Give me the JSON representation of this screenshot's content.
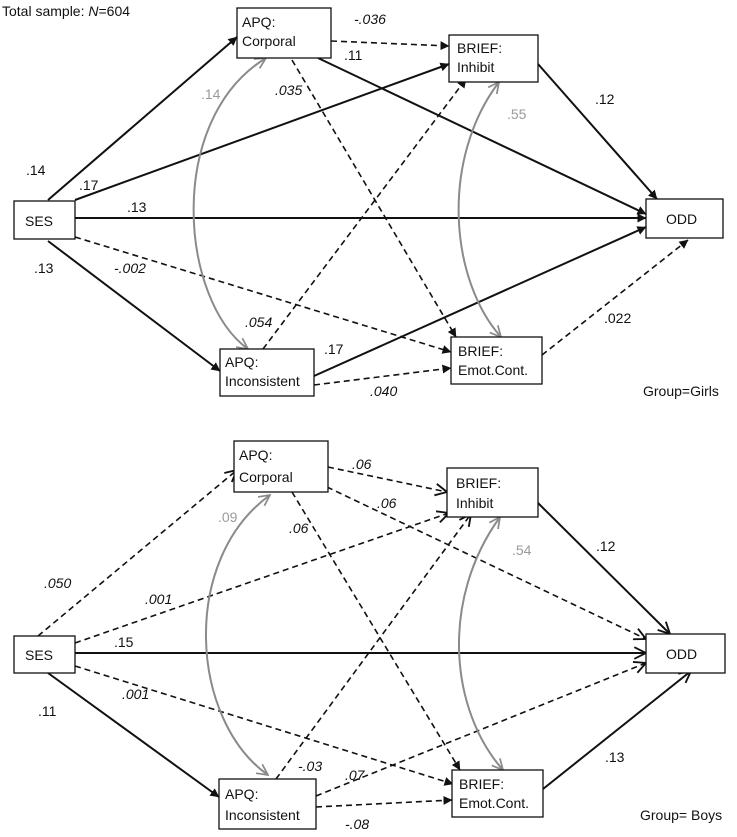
{
  "header": {
    "prefix": "Total sample: ",
    "n_italic": "N",
    "n_value": "=604"
  },
  "nodes": {
    "ses": "SES",
    "apq_corporal": [
      "APQ:",
      "Corporal"
    ],
    "apq_inconsistent": [
      "APQ:",
      "Inconsistent"
    ],
    "brief_inhibit": [
      "BRIEF:",
      "Inhibit"
    ],
    "brief_emot": [
      "BRIEF:",
      "Emot.Cont."
    ],
    "odd": "ODD"
  },
  "girls": {
    "group_label": "Group=Girls",
    "paths": {
      "ses_corporal": ".14",
      "ses_inhibit": ".17",
      "ses_odd": ".13",
      "ses_inconsistent": ".13",
      "ses_emot": "-.002",
      "corporal_inhibit": "-.036",
      "corporal_odd": ".11",
      "corporal_emot": ".035",
      "inconsistent_inhibit": ".054",
      "inconsistent_odd": ".17",
      "inconsistent_emot": ".040",
      "inhibit_odd": ".12",
      "emot_odd": ".022",
      "cov_corporal_inconsistent": ".14",
      "cov_inhibit_emot": ".55"
    }
  },
  "boys": {
    "group_label": "Group= Boys",
    "paths": {
      "ses_corporal": ".050",
      "ses_inhibit": ".001",
      "ses_odd": ".15",
      "ses_inconsistent": ".11",
      "ses_emot": ".001",
      "corporal_inhibit": ".06",
      "corporal_odd": ".06",
      "corporal_emot": ".06",
      "inconsistent_inhibit": "-.03",
      "inconsistent_odd": ".07",
      "inconsistent_emot": "-.08",
      "inhibit_odd": ".12",
      "emot_odd": ".13",
      "cov_corporal_inconsistent": ".09",
      "cov_inhibit_emot": ".54"
    }
  }
}
